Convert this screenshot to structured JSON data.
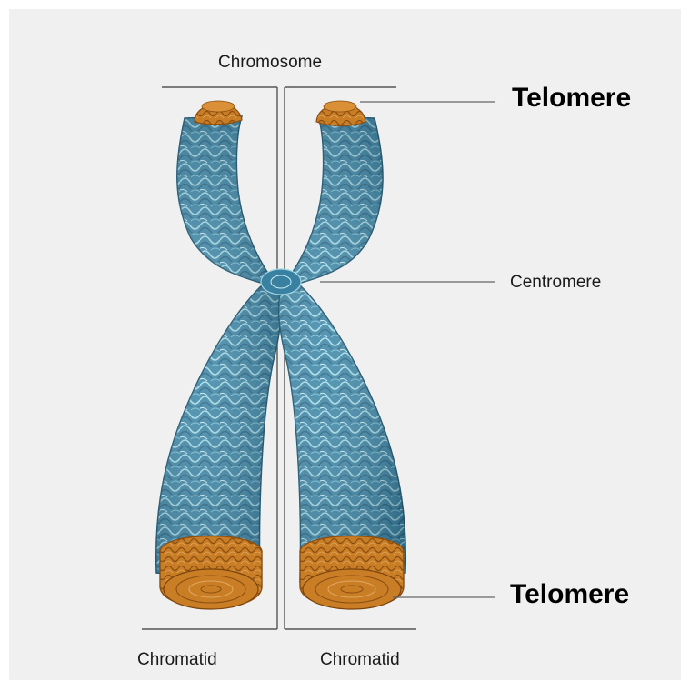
{
  "labels": {
    "chromosome": "Chromosome",
    "telomere_top": "Telomere",
    "centromere": "Centromere",
    "telomere_bottom": "Telomere",
    "chromatid_left": "Chromatid",
    "chromatid_right": "Chromatid"
  },
  "colors": {
    "background": "#f0f0f0",
    "chromatin_dark": "#2f6f8e",
    "chromatin_mid": "#4a98b6",
    "chromatin_light": "#a9dde9",
    "telomere_fill": "#c97d25",
    "telomere_dark": "#8a4e12",
    "leader_line": "#555555"
  }
}
